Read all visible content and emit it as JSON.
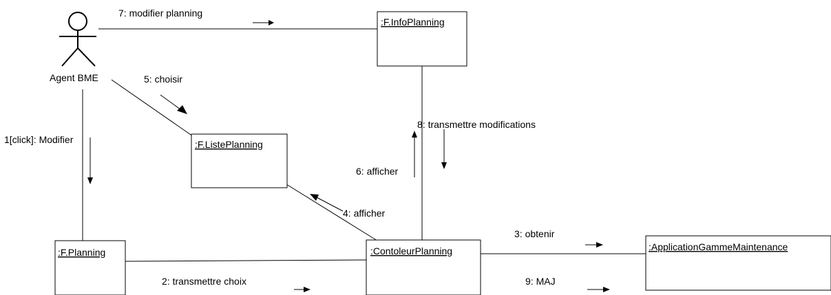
{
  "actor": {
    "name": "Agent BME"
  },
  "objects": {
    "info_planning": ":F.InfoPlanning",
    "liste_planning": ":F.ListePlanning",
    "planning": ":F.Planning",
    "controleur": ":ContoleurPlanning",
    "application": ":ApplicationGammeMaintenance"
  },
  "messages": {
    "m1": "1[click]: Modifier",
    "m2": "2: transmettre choix",
    "m3": "3: obtenir",
    "m4": "4: afficher",
    "m5": "5: choisir",
    "m6": "6: afficher",
    "m7": "7: modifier planning",
    "m8": "8: transmettre modifications",
    "m9": "9: MAJ"
  }
}
